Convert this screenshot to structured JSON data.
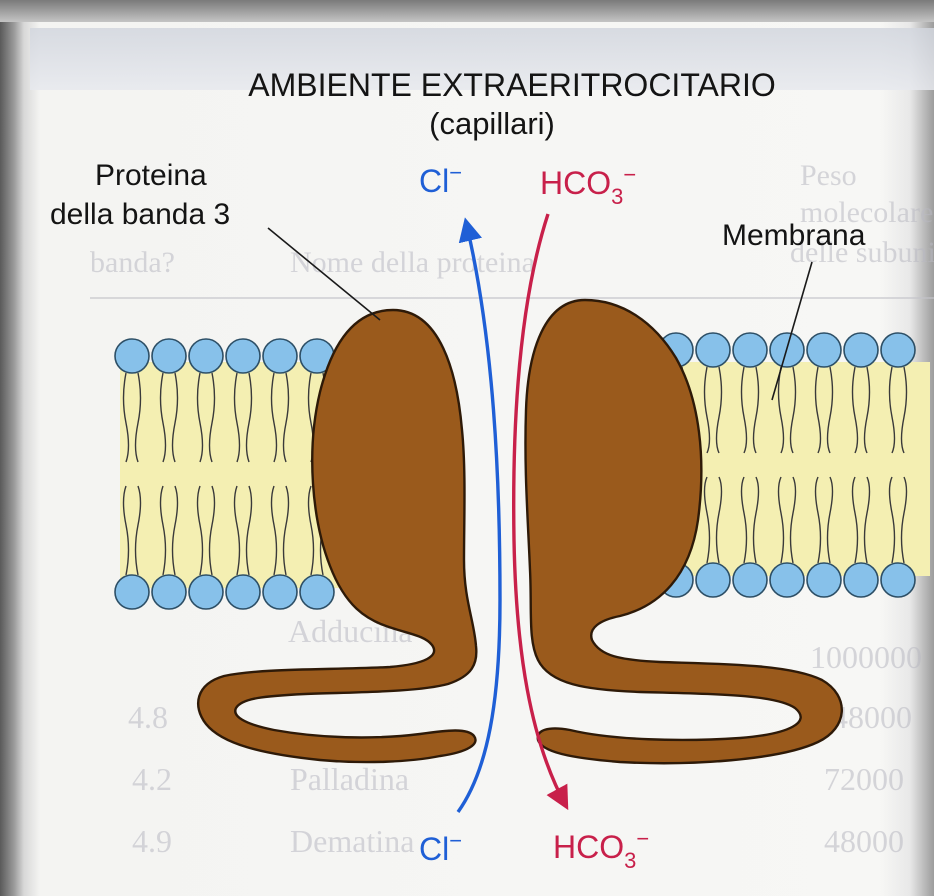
{
  "diagram": {
    "title": "AMBIENTE EXTRAERITROCITARIO",
    "subtitle": "(capillari)",
    "protein_label_line1": "Proteina",
    "protein_label_line2": "della banda 3",
    "membrane_label": "Membrana",
    "ion_top_left": {
      "symbol": "Cl",
      "charge": "−"
    },
    "ion_top_right": {
      "symbol": "HCO",
      "subscript": "3",
      "charge": "−"
    },
    "ion_bottom_left": {
      "symbol": "Cl",
      "charge": "−"
    },
    "ion_bottom_right": {
      "symbol": "HCO",
      "subscript": "3",
      "charge": "−"
    }
  },
  "background_table_fragments": {
    "col_peso": "Peso",
    "col_molecolare": "molecolare",
    "col_banda": "banda?",
    "col_nome": "Nome della proteina",
    "col_subunita": "delle subunità",
    "row_adducina": "Adducina",
    "row_num_1": "1000000",
    "row_num_2": "48000",
    "row_band_48": "4.8",
    "row_band_42": "4.2",
    "row_palladina": "Palladina",
    "row_num_3": "72000",
    "row_band_49": "4.9",
    "row_dematina": "Dematina",
    "row_num_4": "48000"
  },
  "colors": {
    "chloride": "#1f5fd6",
    "bicarbonate": "#c8204a",
    "protein": "#9a5a1c",
    "protein_outline": "#2e1a08",
    "phospholipid_head": "#87c1ea",
    "bilayer_core": "#f4efb2"
  }
}
